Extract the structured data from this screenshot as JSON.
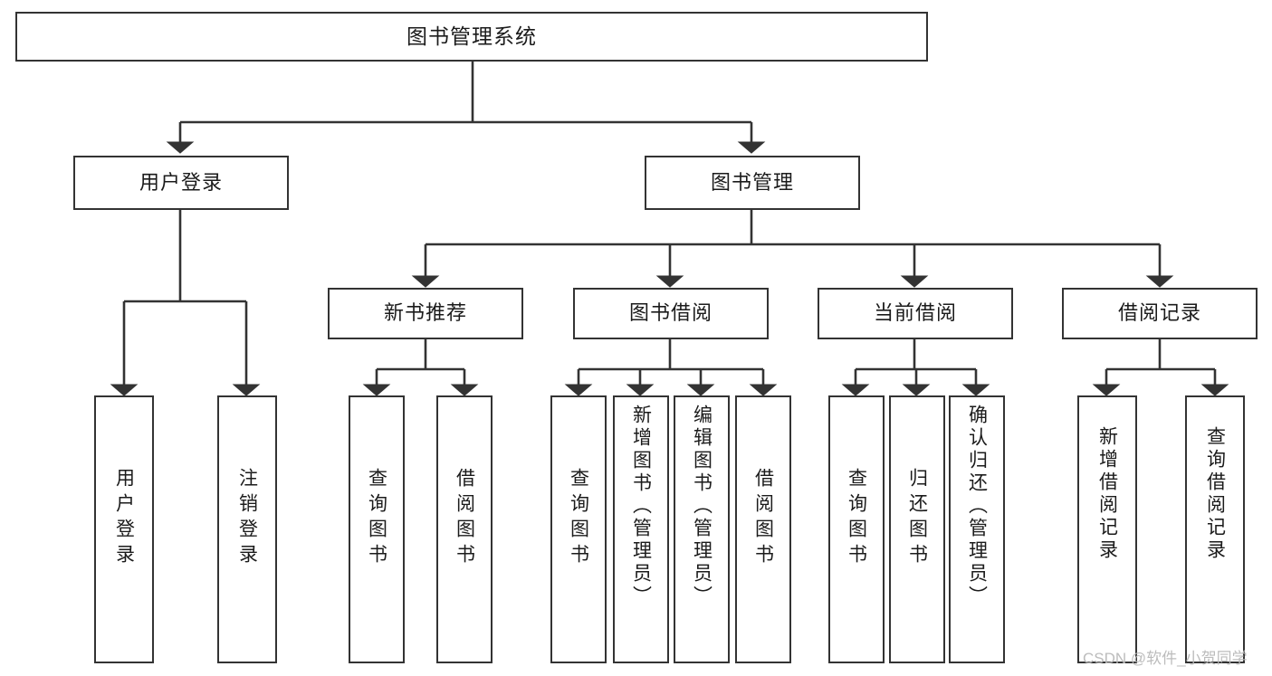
{
  "diagram": {
    "title": "图书管理系统",
    "type": "tree-hierarchy",
    "colors": {
      "box_border": "#333333",
      "box_fill": "#ffffff",
      "line": "#333333",
      "text": "#1b1b1b",
      "watermark": "#b9b9b9"
    },
    "levels": {
      "root": {
        "label": "图书管理系统"
      },
      "level2": [
        {
          "label": "用户登录"
        },
        {
          "label": "图书管理"
        }
      ],
      "level3": [
        {
          "label": "新书推荐"
        },
        {
          "label": "图书借阅"
        },
        {
          "label": "当前借阅"
        },
        {
          "label": "借阅记录"
        }
      ],
      "leaves": {
        "user_login": [
          {
            "label": "用户登录"
          },
          {
            "label": "注销登录"
          }
        ],
        "new_book_recommend": [
          {
            "label": "查询图书"
          },
          {
            "label": "借阅图书"
          }
        ],
        "book_borrow": [
          {
            "label": "查询图书"
          },
          {
            "label": "新增图书（管理员）"
          },
          {
            "label": "编辑图书（管理员）"
          },
          {
            "label": "借阅图书"
          }
        ],
        "current_borrow": [
          {
            "label": "查询图书"
          },
          {
            "label": "归还图书"
          },
          {
            "label": "确认归还（管理员）"
          }
        ],
        "borrow_records": [
          {
            "label": "新增借阅记录"
          },
          {
            "label": "查询借阅记录"
          }
        ]
      }
    },
    "watermark": "CSDN @软件_小贺同学"
  }
}
